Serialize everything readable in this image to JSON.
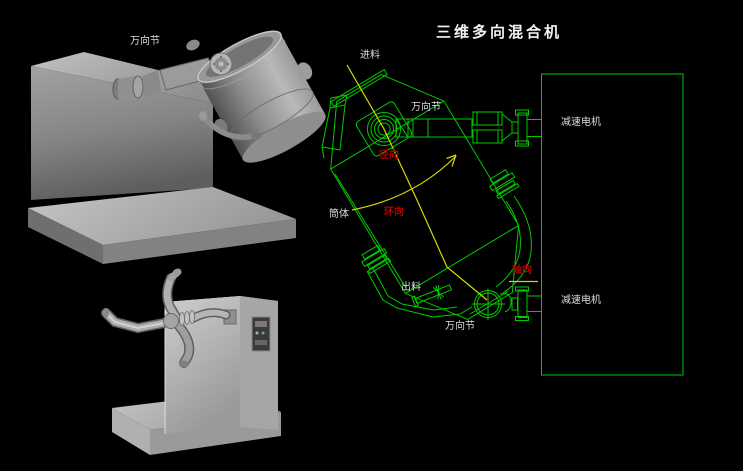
{
  "title": "三维多向混合机",
  "photo_top": {
    "label_joint": "万向节"
  },
  "diagram": {
    "label_feed": "进料",
    "label_joint_top": "万向节",
    "label_motor_top": "减速电机",
    "label_barrel": "筒体",
    "label_radial": "径向",
    "label_hoop": "环向",
    "label_axial": "轴向",
    "label_discharge": "出料",
    "label_joint_bottom": "万向节",
    "label_motor_bottom": "减速电机"
  },
  "colors": {
    "background": "#000000",
    "line_green": "#00cc00",
    "line_yellow": "#d8d800",
    "text_red": "#b00000",
    "text_white": "#dcdcdc"
  }
}
